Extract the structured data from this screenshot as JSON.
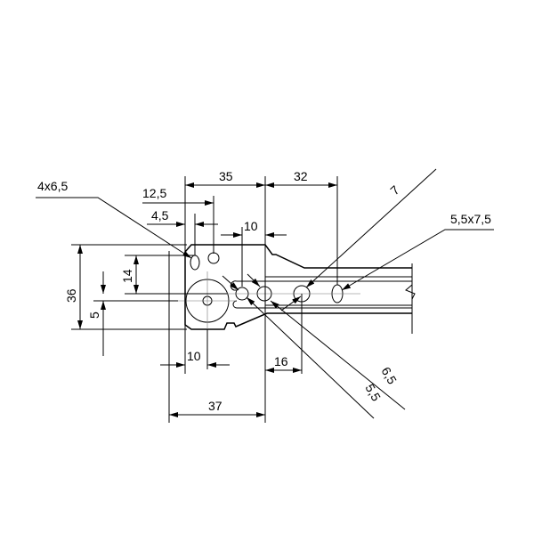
{
  "labels": {
    "hole_slot_4": "4x6,5",
    "dim_12_5": "12,5",
    "dim_35": "35",
    "dim_32": "32",
    "dim_4_5": "4,5",
    "dim_10_top": "10",
    "dim_7": "7",
    "slot_5_5x7_5": "5,5x7,5",
    "dim_36": "36",
    "dim_14": "14",
    "dim_5": "5",
    "dim_10_bottom": "10",
    "dim_16": "16",
    "dim_37": "37",
    "dim_6_5": "6,5",
    "dim_5_5": "5,5"
  },
  "colors": {
    "line": "#000000",
    "center_line": "#777777"
  }
}
